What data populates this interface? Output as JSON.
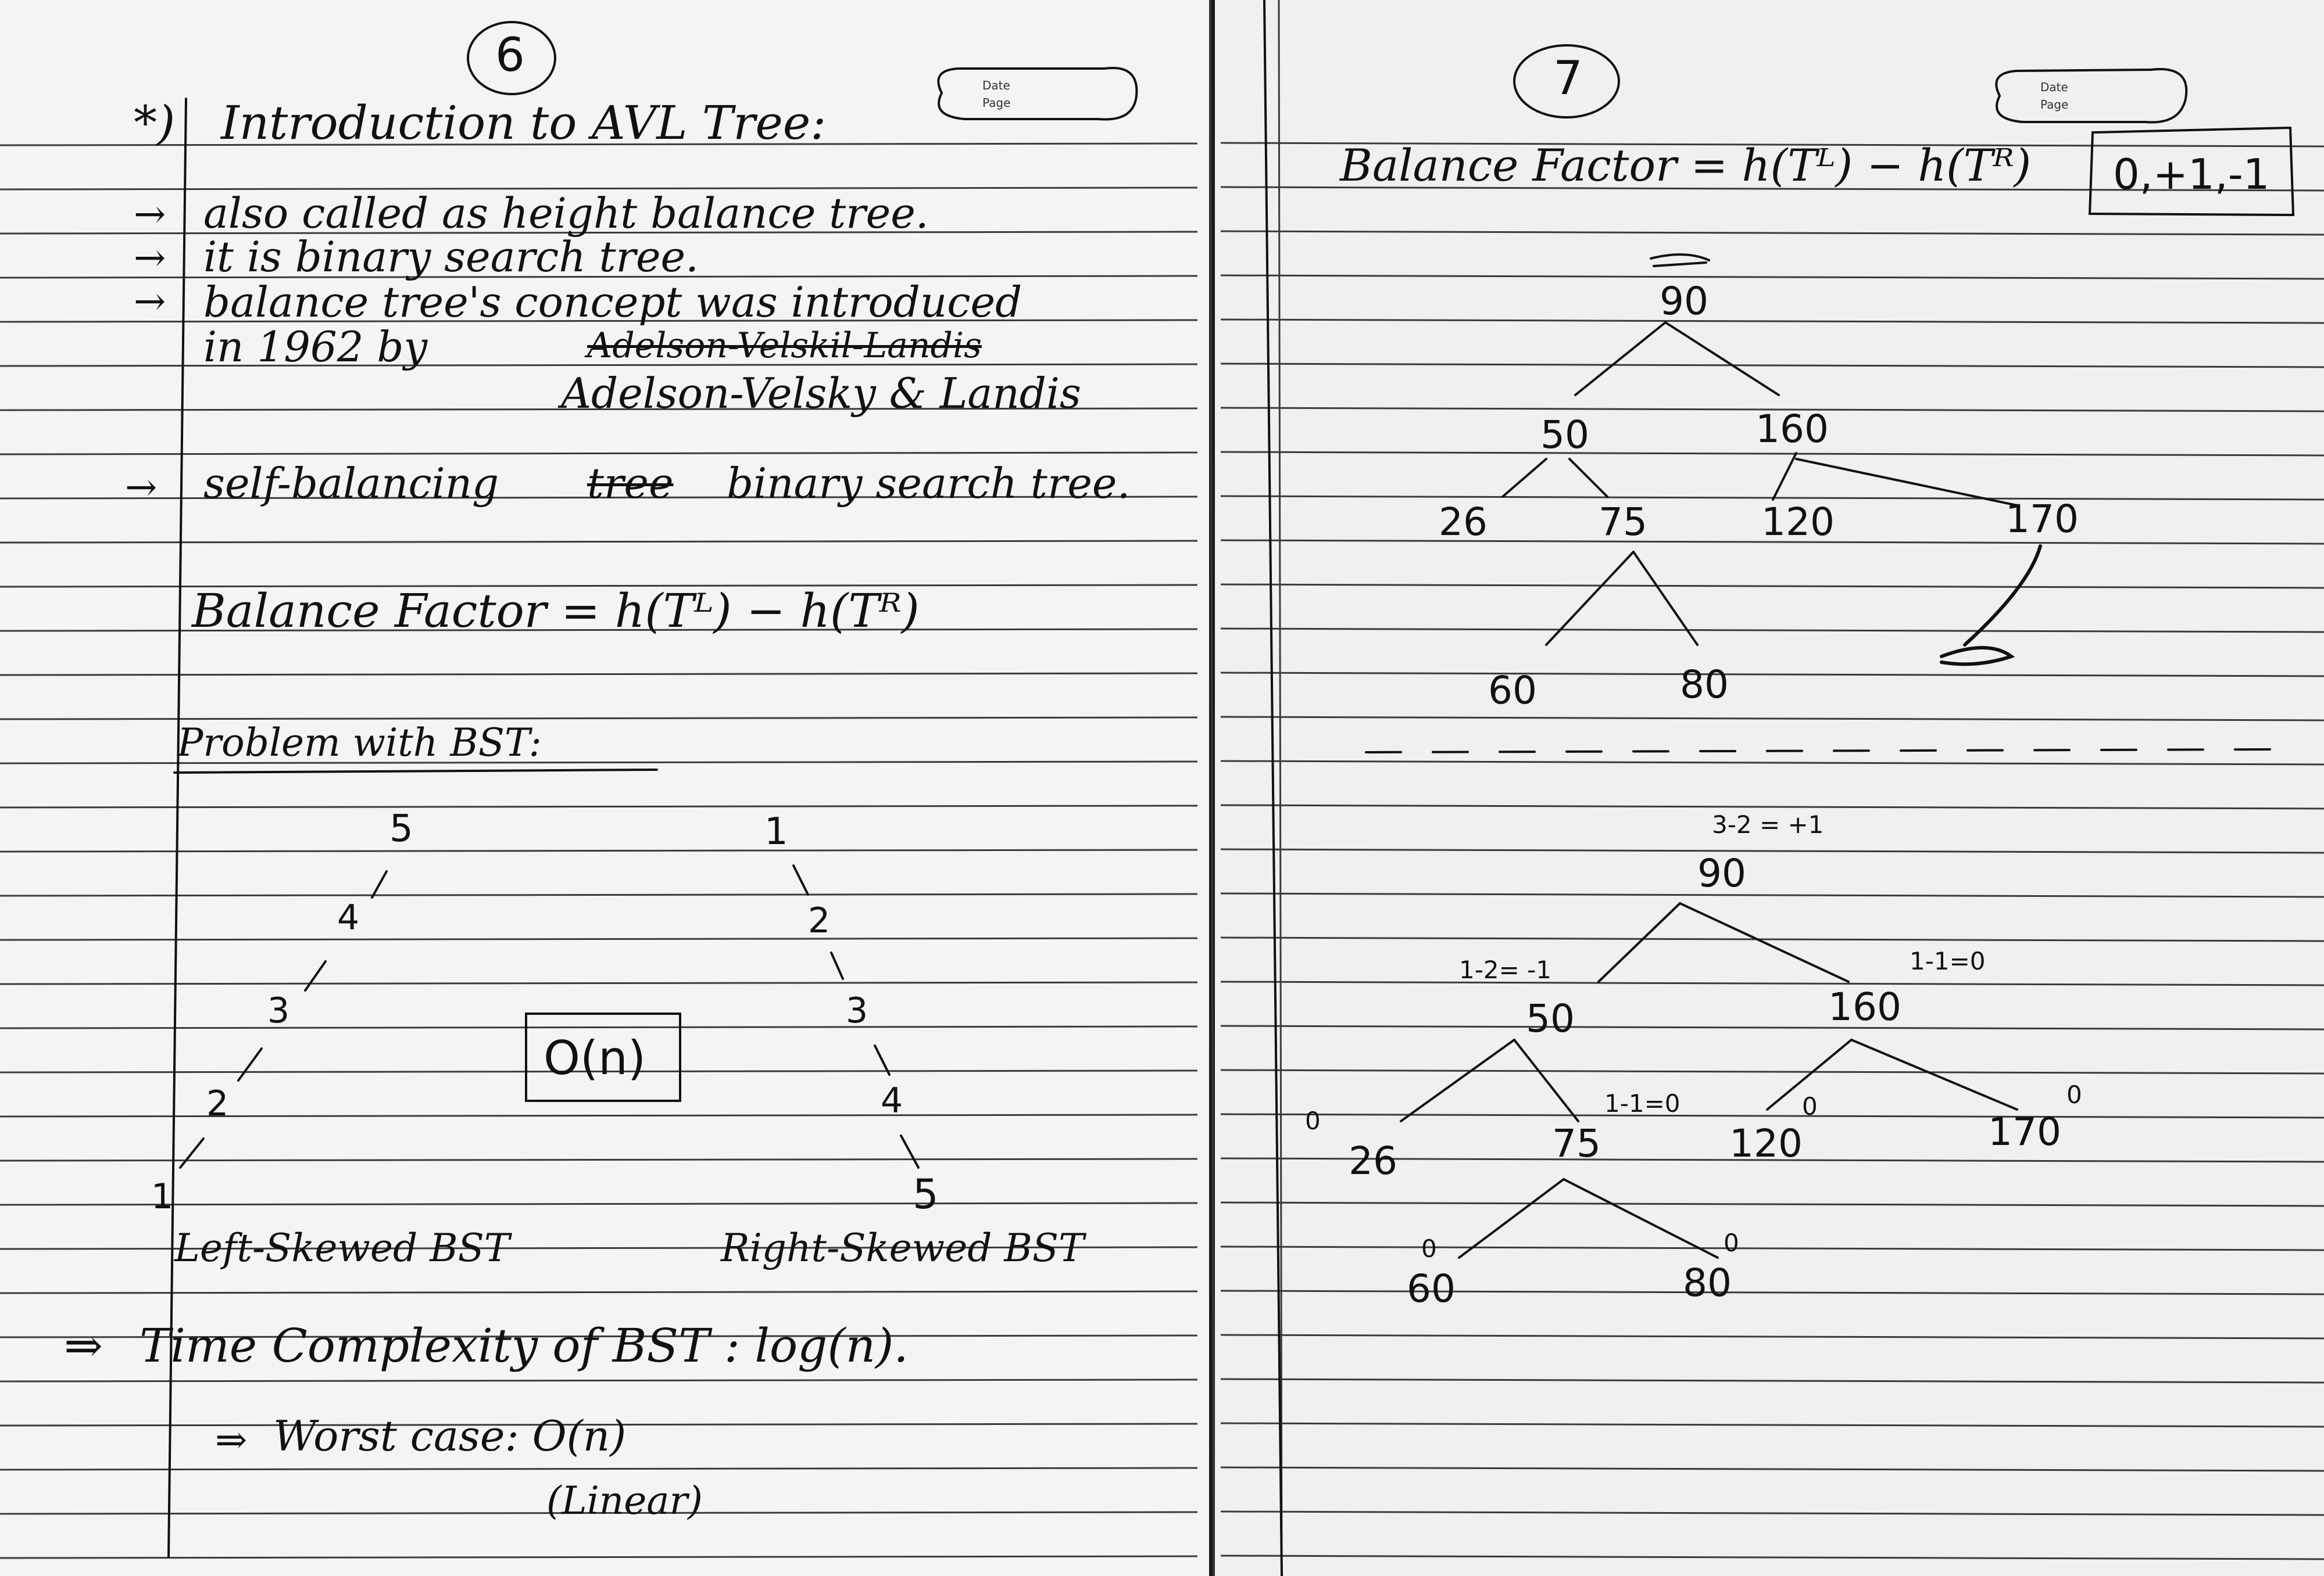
{
  "page_left": {
    "page_number": "6",
    "stamp": {
      "date_label": "Date",
      "page_label": "Page"
    },
    "title": "Introduction to AVL Tree:",
    "title_marker": "*)",
    "arrow": "→",
    "bullets": [
      "also called as height balance tree.",
      "it is binary search tree.",
      "balance tree's concept was introduced"
    ],
    "bullet_cont": "in 1962 by",
    "struck_name": "Adelson-Velskil-Landis",
    "correct_name": "Adelson-Velsky & Landis",
    "self_balancing_pre": "self-balancing",
    "self_balancing_struck": "tree",
    "self_balancing_post": "binary search tree.",
    "balance_formula": "Balance Factor = h(Tᴸ) − h(Tᴿ)",
    "problem_heading": "Problem with BST:",
    "left_tree_nodes": [
      "5",
      "4",
      "3",
      "2",
      "1"
    ],
    "right_tree_nodes": [
      "1",
      "2",
      "3",
      "4",
      "5"
    ],
    "big_o_box": "O(n)",
    "left_caption": "Left-Skewed BST",
    "right_caption": "Right-Skewed BST",
    "time_complexity": "Time Complexity of BST : log(n).",
    "double_arrow": "⇒",
    "worst_case": "Worst case: O(n)",
    "linear_note": "(Linear)"
  },
  "page_right": {
    "page_number": "7",
    "stamp": {
      "date_label": "Date",
      "page_label": "Page"
    },
    "balance_formula": "Balance Factor = h(Tᴸ) − h(Tᴿ)",
    "range_box": "0,+1,-1",
    "tree1": {
      "root": "90",
      "l1": [
        "50",
        "160"
      ],
      "l2": [
        "26",
        "75",
        "120",
        "170"
      ],
      "l3": [
        "60",
        "80"
      ]
    },
    "tree2": {
      "root": "90",
      "l1": [
        "50",
        "160"
      ],
      "l2": [
        "26",
        "75",
        "120",
        "170"
      ],
      "l3": [
        "60",
        "80"
      ],
      "bf_root": "3-2 = +1",
      "bf_50": "1-2= -1",
      "bf_160": "1-1=0",
      "bf_75": "1-1=0",
      "bf_26": "0",
      "bf_120": "0",
      "bf_170": "0",
      "bf_60": "0",
      "bf_80": "0"
    }
  },
  "colors": {
    "paper": "#f4f4f2",
    "ink": "#111111",
    "rule": "#3a3a3a"
  }
}
